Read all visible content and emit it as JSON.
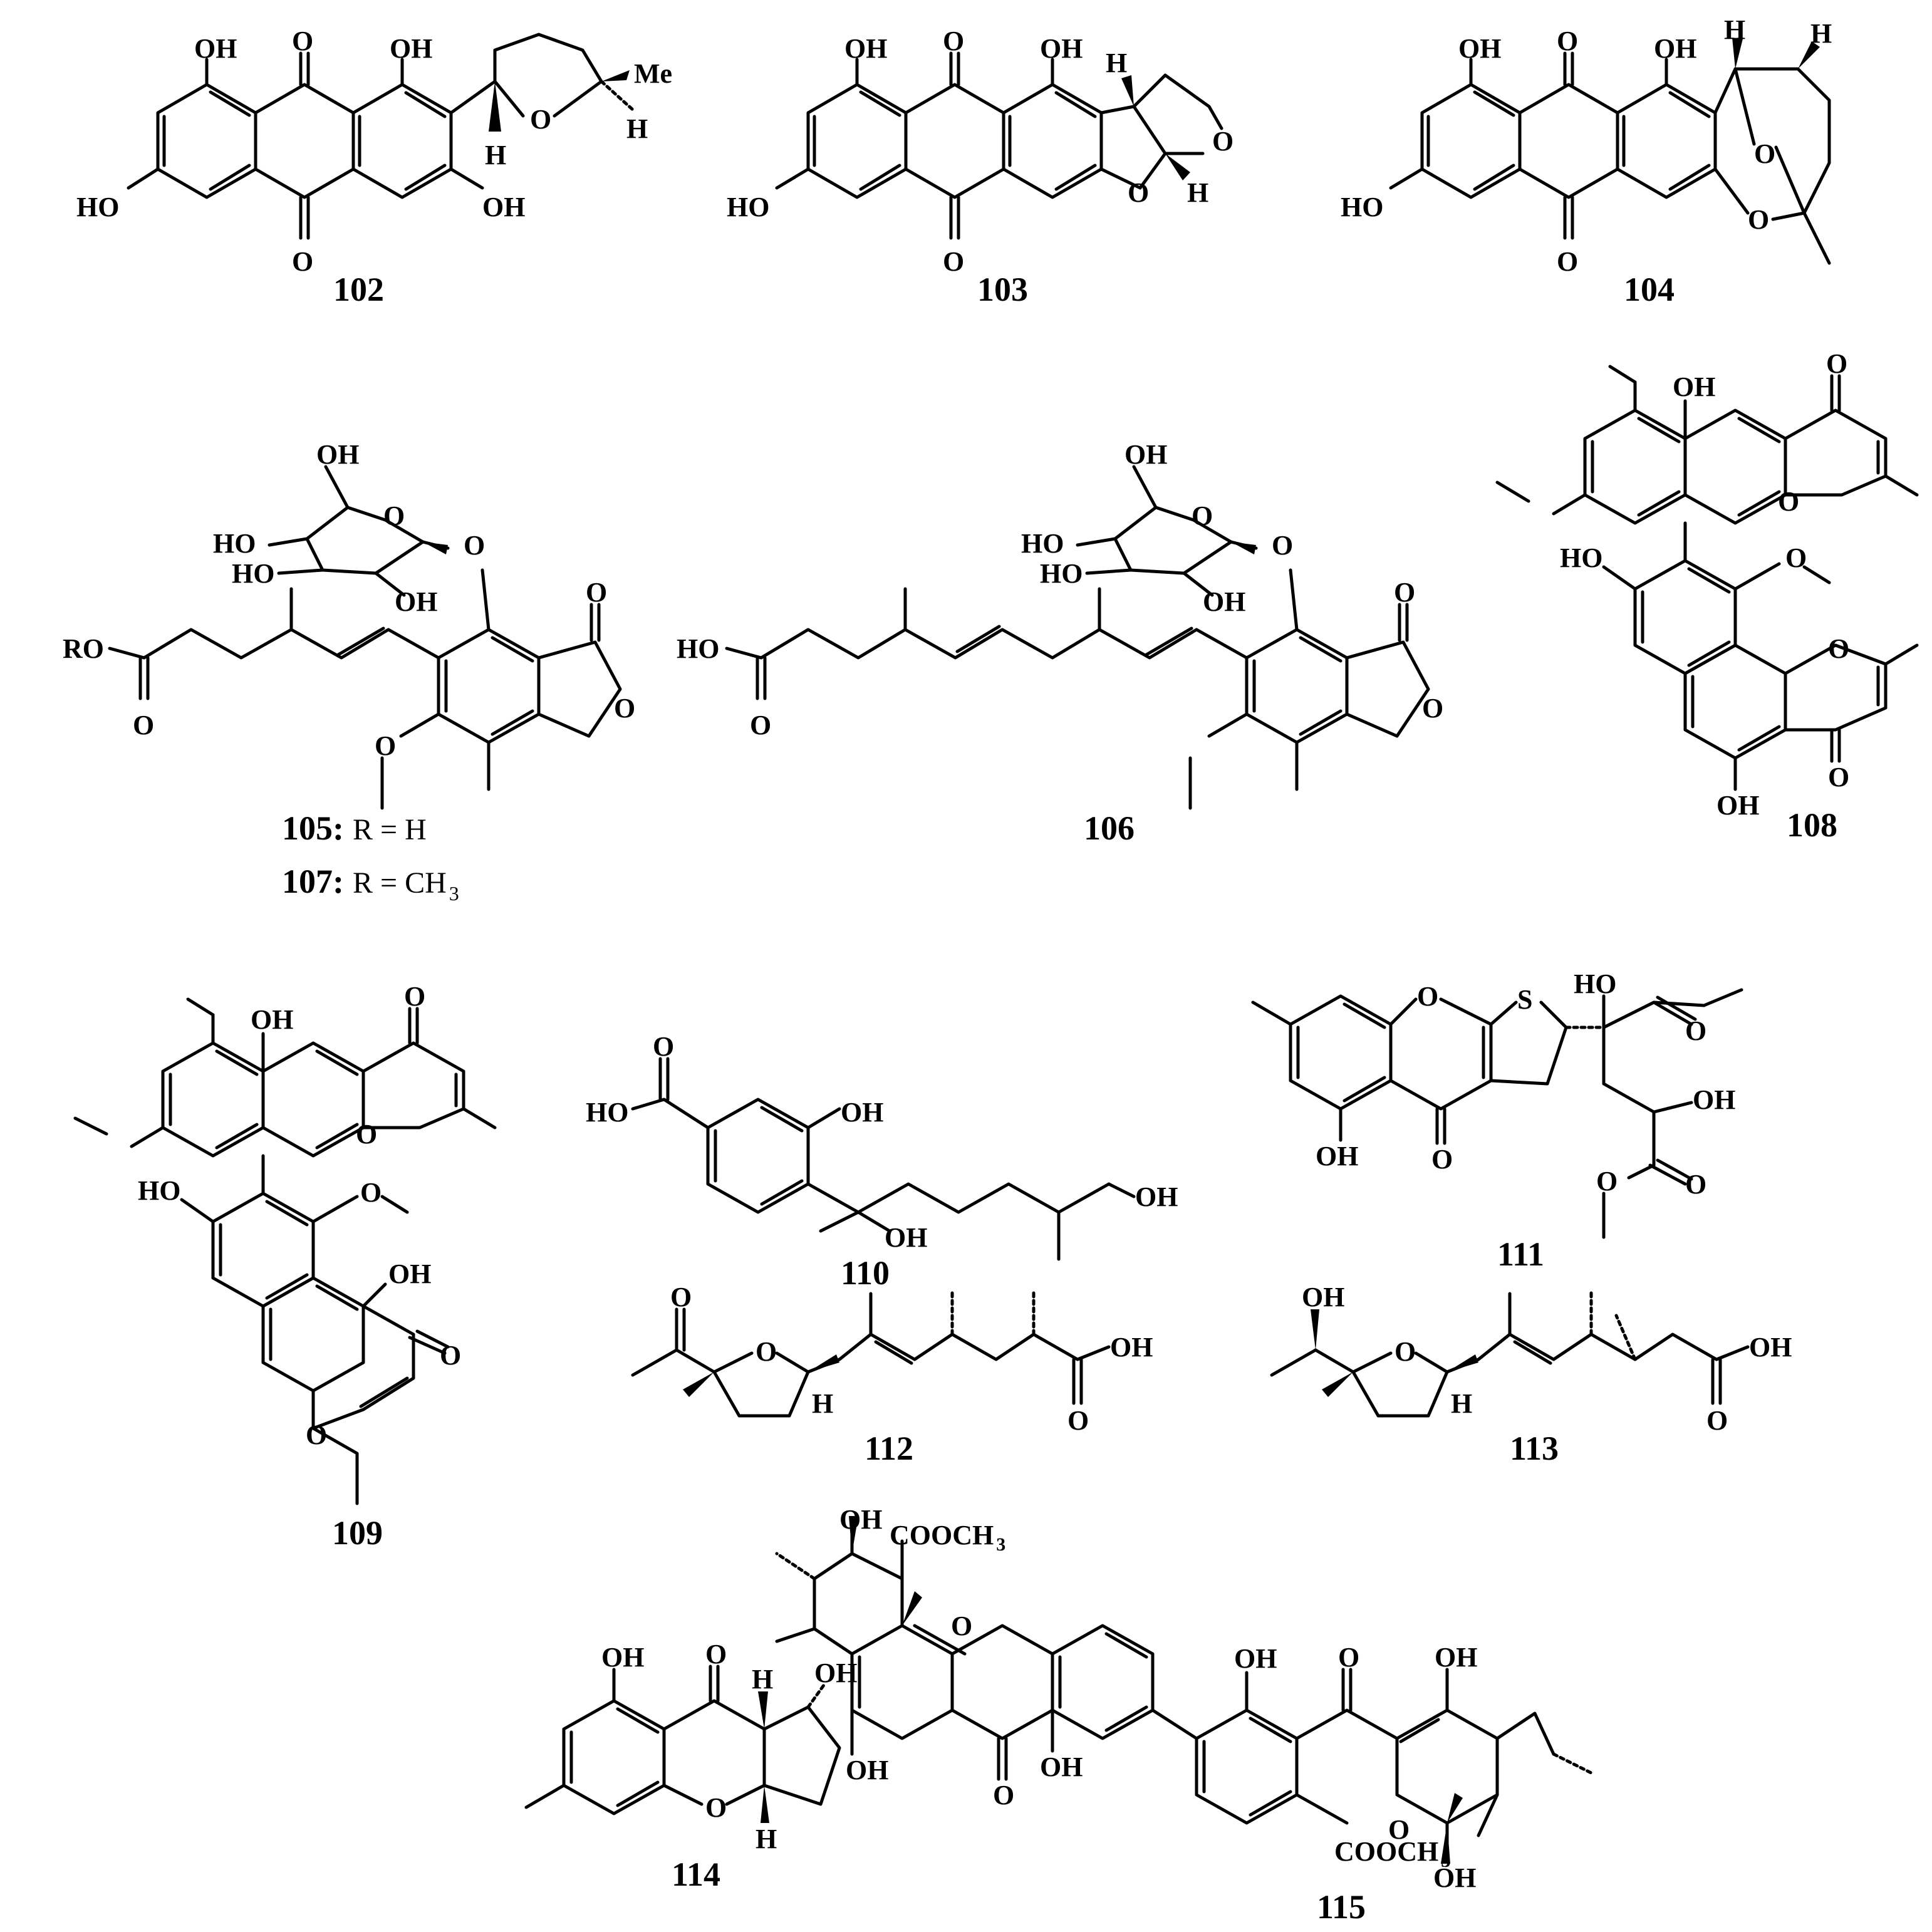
{
  "figure": {
    "compounds": [
      {
        "id": "102",
        "atoms": [
          {
            "text": "OH"
          },
          {
            "text": "O"
          },
          {
            "text": "OH"
          },
          {
            "text": "Me"
          },
          {
            "text": "O"
          },
          {
            "text": "H"
          },
          {
            "text": "H"
          },
          {
            "text": "HO"
          },
          {
            "text": "OH"
          },
          {
            "text": "O"
          }
        ]
      },
      {
        "id": "103",
        "atoms": [
          {
            "text": "OH"
          },
          {
            "text": "O"
          },
          {
            "text": "OH"
          },
          {
            "text": "H"
          },
          {
            "text": "O"
          },
          {
            "text": "O"
          },
          {
            "text": "H"
          },
          {
            "text": "HO"
          },
          {
            "text": "O"
          }
        ]
      },
      {
        "id": "104",
        "atoms": [
          {
            "text": "OH"
          },
          {
            "text": "O"
          },
          {
            "text": "OH"
          },
          {
            "text": "H"
          },
          {
            "text": "H"
          },
          {
            "text": "O"
          },
          {
            "text": "O"
          },
          {
            "text": "HO"
          },
          {
            "text": "O"
          }
        ]
      },
      {
        "id": "105",
        "label_prefix": "105:",
        "label_rest": "R = H",
        "atoms": [
          {
            "text": "OH"
          },
          {
            "text": "HO"
          },
          {
            "text": "O"
          },
          {
            "text": "O"
          },
          {
            "text": "HO"
          },
          {
            "text": "OH"
          },
          {
            "text": "O"
          },
          {
            "text": "RO"
          },
          {
            "text": "O"
          },
          {
            "text": "O"
          },
          {
            "text": "O"
          }
        ]
      },
      {
        "id": "107",
        "label_prefix": "107:",
        "label_rest": "R = CH",
        "label_sub": "3"
      },
      {
        "id": "106",
        "atoms": [
          {
            "text": "OH"
          },
          {
            "text": "HO"
          },
          {
            "text": "O"
          },
          {
            "text": "O"
          },
          {
            "text": "HO"
          },
          {
            "text": "OH"
          },
          {
            "text": "O"
          },
          {
            "text": "HO"
          },
          {
            "text": "O"
          },
          {
            "text": "O"
          }
        ]
      },
      {
        "id": "108",
        "atoms": [
          {
            "text": "OH"
          },
          {
            "text": "O"
          },
          {
            "text": "O"
          },
          {
            "text": "HO"
          },
          {
            "text": "O"
          },
          {
            "text": "O"
          },
          {
            "text": "O"
          },
          {
            "text": "OH"
          }
        ]
      },
      {
        "id": "109",
        "atoms": [
          {
            "text": "OH"
          },
          {
            "text": "O"
          },
          {
            "text": "O"
          },
          {
            "text": "HO"
          },
          {
            "text": "O"
          },
          {
            "text": "OH"
          },
          {
            "text": "O"
          },
          {
            "text": "O"
          }
        ]
      },
      {
        "id": "110",
        "atoms": [
          {
            "text": "O"
          },
          {
            "text": "HO"
          },
          {
            "text": "OH"
          },
          {
            "text": "OH"
          },
          {
            "text": "OH"
          }
        ]
      },
      {
        "id": "111",
        "atoms": [
          {
            "text": "O"
          },
          {
            "text": "S"
          },
          {
            "text": "HO"
          },
          {
            "text": "O"
          },
          {
            "text": "OH"
          },
          {
            "text": "OH"
          },
          {
            "text": "O"
          },
          {
            "text": "O"
          },
          {
            "text": "O"
          }
        ]
      },
      {
        "id": "112",
        "atoms": [
          {
            "text": "O"
          },
          {
            "text": "O"
          },
          {
            "text": "H"
          },
          {
            "text": "OH"
          },
          {
            "text": "O"
          }
        ]
      },
      {
        "id": "113",
        "atoms": [
          {
            "text": "OH"
          },
          {
            "text": "O"
          },
          {
            "text": "H"
          },
          {
            "text": "OH"
          },
          {
            "text": "O"
          }
        ]
      },
      {
        "id": "114",
        "atoms": [
          {
            "text": "OH"
          },
          {
            "text": "O"
          },
          {
            "text": "H"
          },
          {
            "text": "OH"
          },
          {
            "text": "O"
          },
          {
            "text": "H"
          }
        ]
      },
      {
        "id": "115",
        "atoms": [
          {
            "text": "OH"
          },
          {
            "text": "COOCH",
            "sub": "3"
          },
          {
            "text": "O"
          },
          {
            "text": "OH"
          },
          {
            "text": "O"
          },
          {
            "text": "OH"
          },
          {
            "text": "OH"
          },
          {
            "text": "O"
          },
          {
            "text": "OH"
          },
          {
            "text": "O"
          },
          {
            "text": "COOCH",
            "sub": "3"
          },
          {
            "text": "OH"
          }
        ]
      }
    ]
  }
}
